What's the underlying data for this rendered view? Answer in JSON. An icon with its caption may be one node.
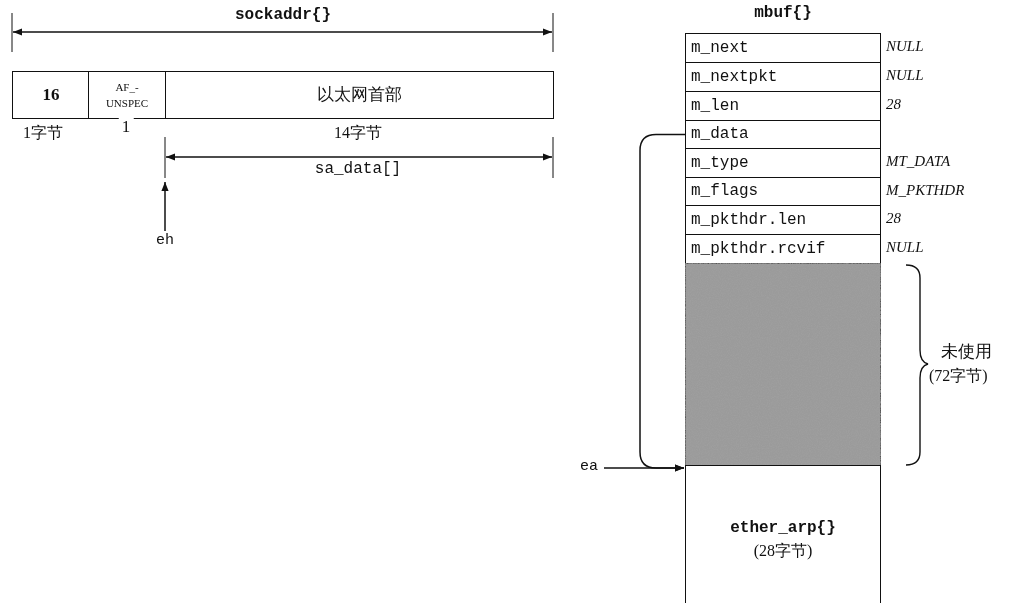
{
  "diagram": {
    "nodes": [
      {
        "text": [
          "16"
        ]
      },
      {
        "text": [
          "AF_- UNSPEC"
        ]
      },
      {
        "text": [
          "以太网首部"
        ]
      },
      {
        "text": [
          "eh"
        ]
      },
      {
        "text": [
          "m_next"
        ],
        "beside": [
          "NULL"
        ]
      },
      {
        "text": [
          "m_nextpkt"
        ],
        "beside": [
          "NULL"
        ]
      },
      {
        "text": [
          "m_len"
        ],
        "beside": [
          "28"
        ]
      },
      {
        "text": [
          "m_data"
        ]
      },
      {
        "text": [
          "m_type"
        ],
        "beside": [
          "MT_DATA"
        ]
      },
      {
        "text": [
          "m_flags"
        ],
        "beside": [
          "M_PKTHDR"
        ]
      },
      {
        "text": [
          "m_pkthdr.len"
        ],
        "beside": [
          "28"
        ]
      },
      {
        "text": [
          "m_pkthdr.rcvif"
        ],
        "beside": [
          "NULL"
        ]
      },
      {
        "text": [],
        "shape": "box",
        "beside": [
          "未使用",
          "(72字节)"
        ]
      },
      {
        "text": [
          "ether_arp{}",
          "(28字节)"
        ]
      },
      {
        "text": [
          "ea"
        ]
      }
    ],
    "edges": [
      {
        "from": 3,
        "to": null,
        "arrow": "to"
      },
      {
        "from": 7,
        "to": 13,
        "arrow": "to"
      },
      {
        "from": 14,
        "to": 13,
        "arrow": "to"
      }
    ],
    "labels": [
      "sockaddr{}",
      "mbuf{}",
      "1字节",
      "1",
      "14字节",
      "sa_data[]"
    ]
  }
}
